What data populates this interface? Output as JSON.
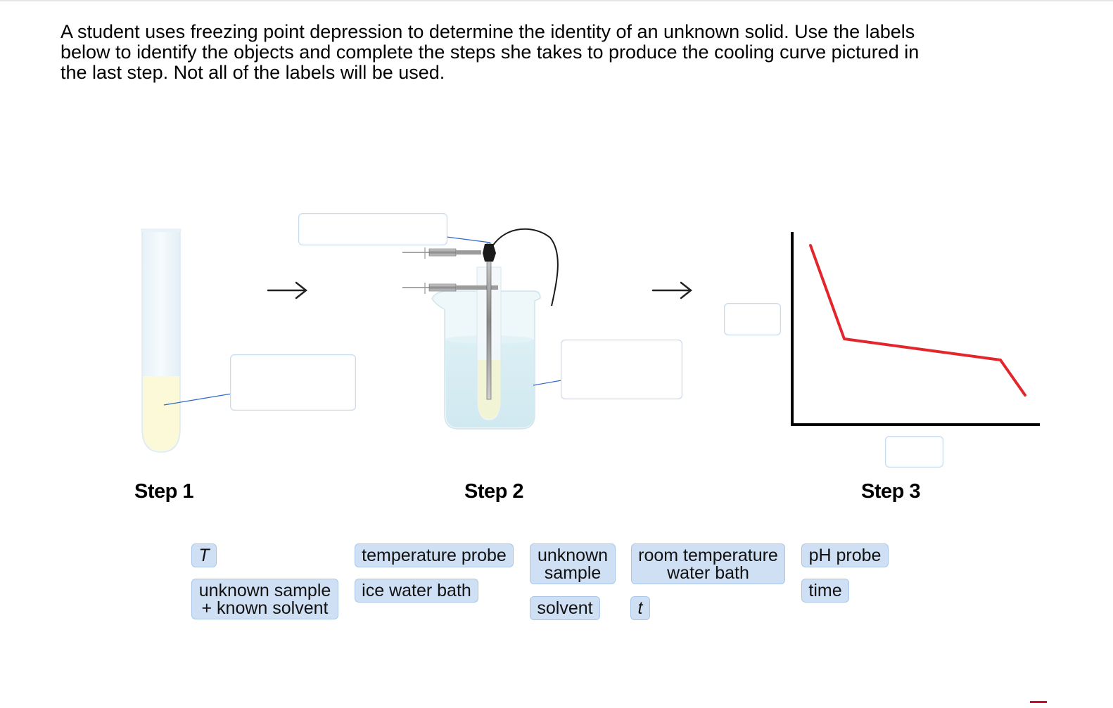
{
  "question": {
    "line1": "A student uses freezing point depression to determine the identity of an unknown solid. Use the labels",
    "line2": "below to identify the objects and complete the steps she takes to produce the cooling curve pictured in",
    "line3": "the last step. Not all of the labels will be used."
  },
  "steps": {
    "step1": "Step 1",
    "step2": "Step 2",
    "step3": "Step 3"
  },
  "label_bank": [
    {
      "id": "T",
      "text": "T"
    },
    {
      "id": "temperature-probe",
      "text": "temperature probe"
    },
    {
      "id": "unknown-sample",
      "text": "unknown\nsample"
    },
    {
      "id": "room-temperature-water-bath",
      "text": "room temperature\nwater bath"
    },
    {
      "id": "ph-probe",
      "text": "pH probe"
    },
    {
      "id": "unknown-sample-known-solvent",
      "text": "unknown sample\n+ known solvent"
    },
    {
      "id": "ice-water-bath",
      "text": "ice water bath"
    },
    {
      "id": "time",
      "text": "time"
    },
    {
      "id": "solvent",
      "text": "solvent"
    },
    {
      "id": "t",
      "text": "t"
    }
  ],
  "colors": {
    "curve": "#e3262b",
    "leader_line": "#2e67c9",
    "chip_bg": "#cfe0f4",
    "chip_border": "#a9c6e8",
    "drop_zone_border": "#c6daf0"
  }
}
